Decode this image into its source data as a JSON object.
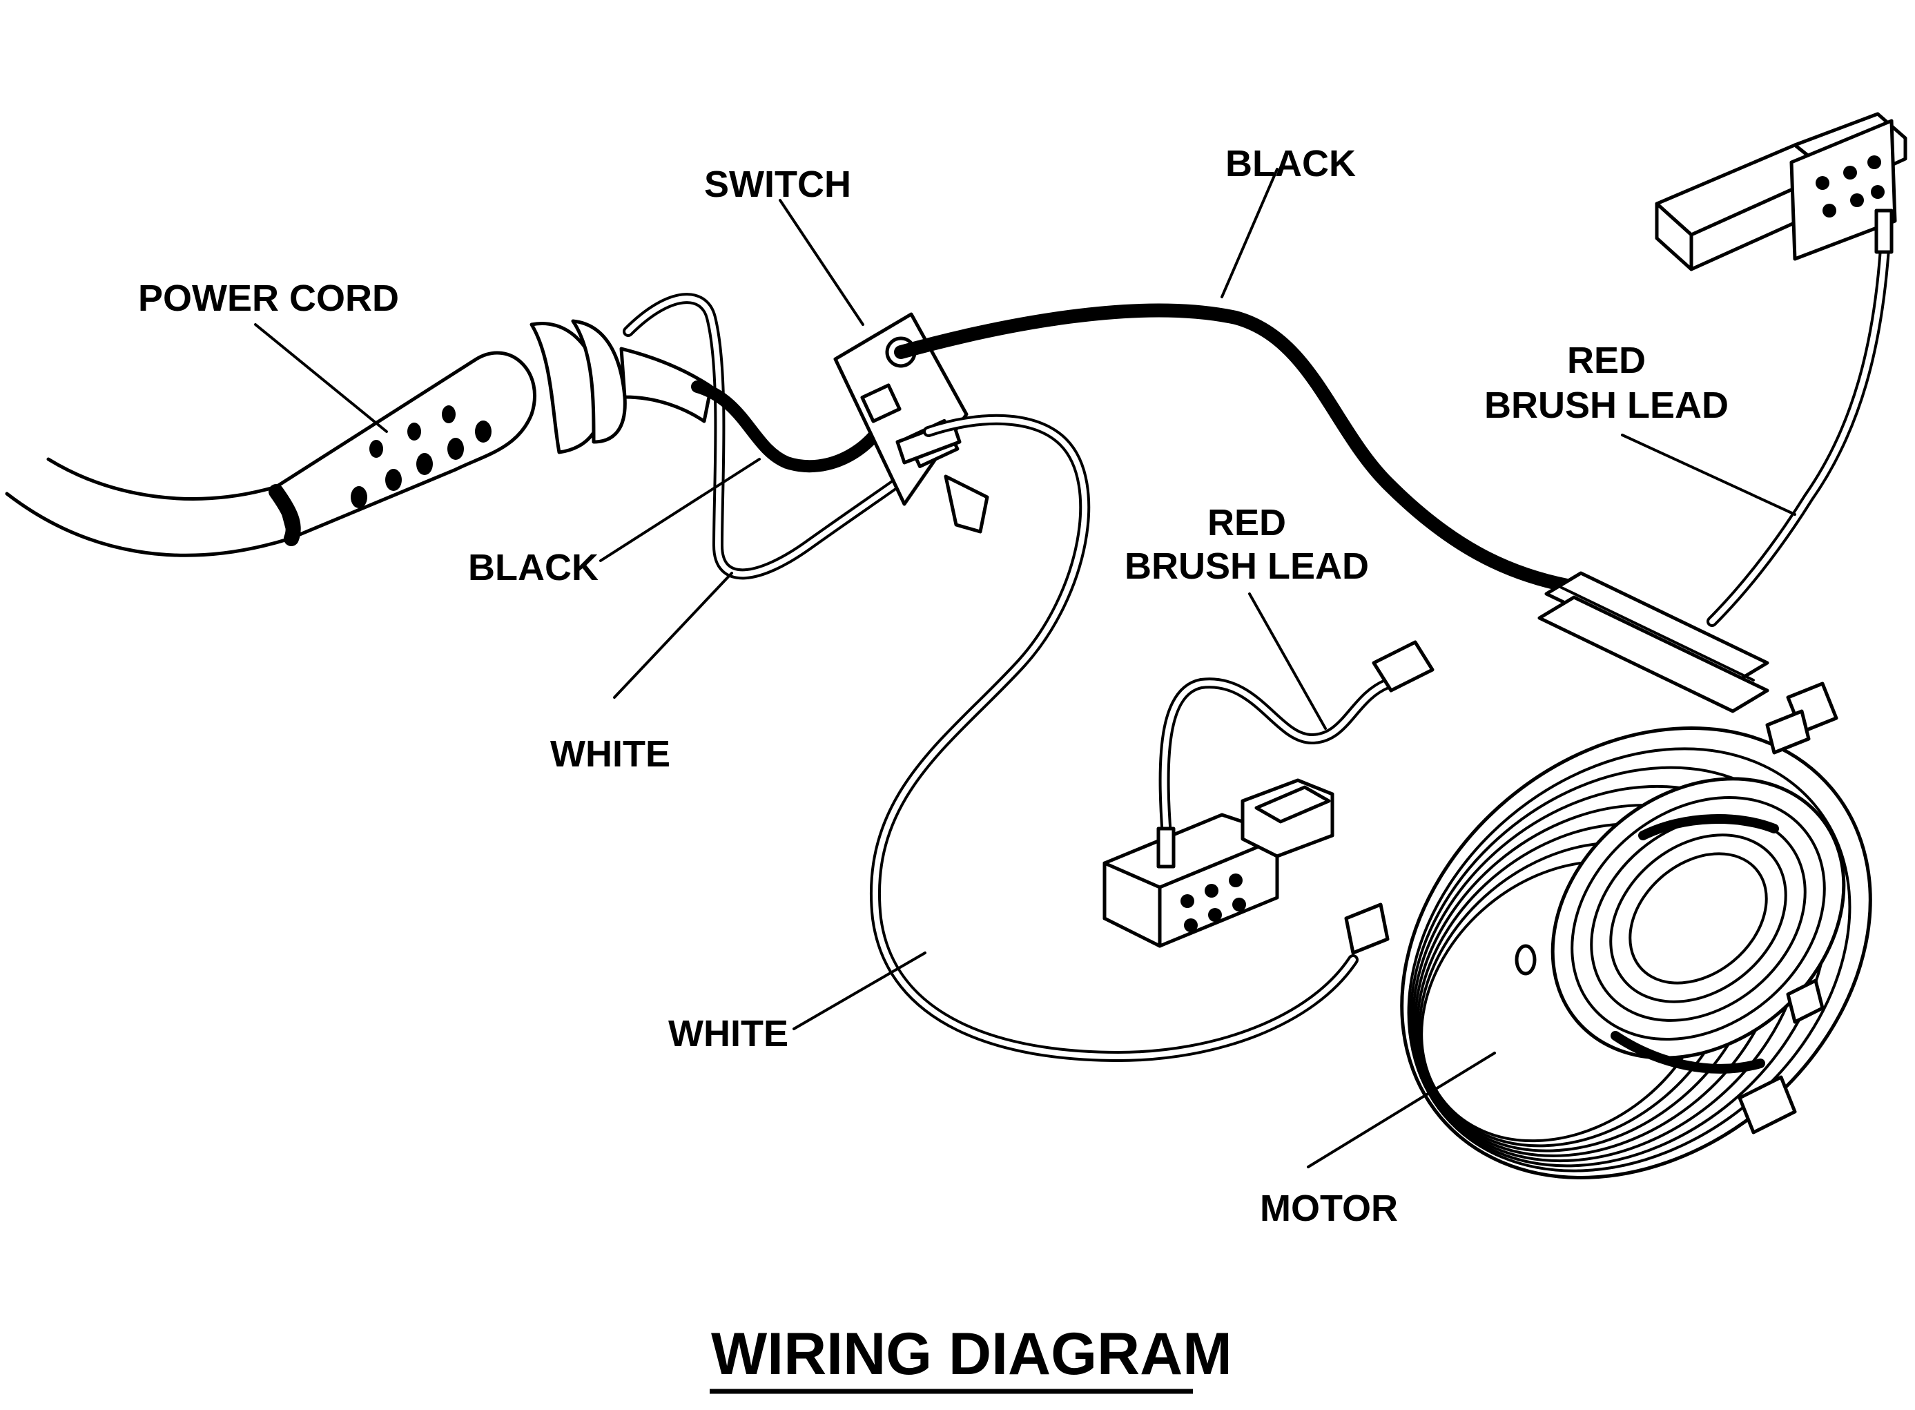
{
  "title": "WIRING DIAGRAM",
  "labels": {
    "power_cord": "POWER CORD",
    "switch": "SWITCH",
    "black_top": "BLACK",
    "black_left": "BLACK",
    "white_left": "WHITE",
    "white_bottom": "WHITE",
    "red_brush_lead_right": [
      "RED",
      "BRUSH LEAD"
    ],
    "red_brush_lead_center": [
      "RED",
      "BRUSH LEAD"
    ],
    "motor": "MOTOR"
  }
}
